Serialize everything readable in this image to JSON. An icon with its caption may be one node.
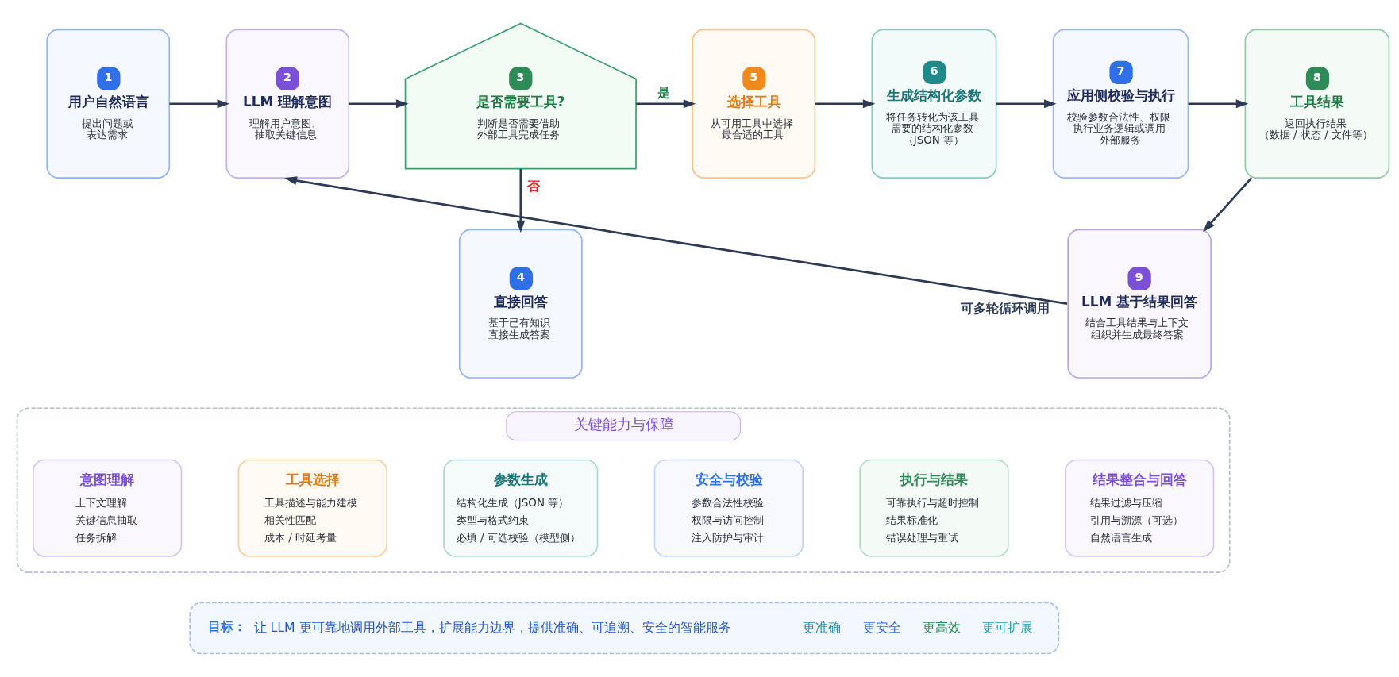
{
  "diagram": {
    "nodes": [
      {
        "text": [
          "1",
          "用户自然语言",
          "提出问题或表达需求"
        ]
      },
      {
        "text": [
          "2",
          "LLM 理解意图",
          "理解用户意图、抽取关键信息"
        ]
      },
      {
        "text": [
          "3",
          "是否需要工具?",
          "判断是否需要借助外部工具完成任务"
        ]
      },
      {
        "text": [
          "4",
          "直接回答",
          "基于已有知识直接生成答案"
        ]
      },
      {
        "text": [
          "5",
          "选择工具",
          "从可用工具中选择最合适的工具"
        ]
      },
      {
        "text": [
          "6",
          "生成结构化参数",
          "将任务转化为该工具需要的结构化参数（JSON 等）"
        ]
      },
      {
        "text": [
          "7",
          "应用侧校验与执行",
          "校验参数合法性、权限执行业务逻辑或调用外部服务"
        ]
      },
      {
        "text": [
          "8",
          "工具结果",
          "返回执行结果（数据 / 状态 / 文件等）"
        ]
      },
      {
        "text": [
          "9",
          "LLM 基于结果回答",
          "结合工具结果与上下文组织并生成最终答案"
        ]
      },
      {
        "text": [
          "关键能力与保障"
        ]
      },
      {
        "text": [
          "意图理解",
          "上下文理解",
          "关键信息抽取",
          "任务拆解"
        ],
        "in": 9
      },
      {
        "text": [
          "工具选择",
          "工具描述与能力建模",
          "相关性匹配",
          "成本 / 时延考量"
        ],
        "in": 9
      },
      {
        "text": [
          "参数生成",
          "结构化生成（JSON 等）",
          "类型与格式约束",
          "必填 / 可选校验（模型侧）"
        ],
        "in": 9
      },
      {
        "text": [
          "安全与校验",
          "参数合法性校验",
          "权限与访问控制",
          "注入防护与审计"
        ],
        "in": 9
      },
      {
        "text": [
          "执行与结果",
          "可靠执行与超时控制",
          "结果标准化",
          "错误处理与重试"
        ],
        "in": 9
      },
      {
        "text": [
          "结果整合与回答",
          "结果过滤与压缩",
          "引用与溯源（可选）",
          "自然语言生成"
        ],
        "in": 9
      },
      {
        "text": [
          "目标：",
          "让 LLM 更可靠地调用外部工具，扩展能力边界，提供准确、可追溯、安全的智能服务",
          "更准确",
          "更安全",
          "更高效",
          "更可扩展"
        ]
      }
    ],
    "edges": [
      {
        "from": 0,
        "to": 1,
        "arrow": "to"
      },
      {
        "from": 1,
        "to": 2,
        "arrow": "to"
      },
      {
        "from": 2,
        "to": 4,
        "arrow": "to",
        "label": "是"
      },
      {
        "from": 2,
        "to": 3,
        "arrow": "to",
        "label": "否"
      },
      {
        "from": 4,
        "to": 5,
        "arrow": "to"
      },
      {
        "from": 5,
        "to": 6,
        "arrow": "to"
      },
      {
        "from": 6,
        "to": 7,
        "arrow": "to"
      },
      {
        "from": 7,
        "to": 8,
        "arrow": "to"
      },
      {
        "from": 8,
        "to": 1,
        "arrow": "to",
        "label": "可多轮循环调用"
      }
    ]
  }
}
